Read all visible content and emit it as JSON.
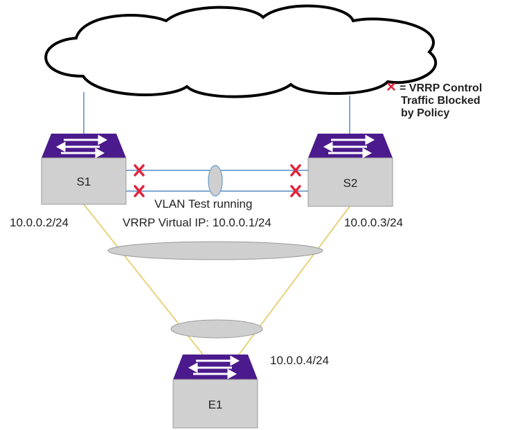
{
  "legend": {
    "line1": "= VRRP Control",
    "line2": "Traffic Blocked",
    "line3": "by Policy",
    "marker_color": "#e2223b"
  },
  "switches": {
    "s1": {
      "name": "S1",
      "ip": "10.0.0.2/24"
    },
    "s2": {
      "name": "S2",
      "ip": "10.0.0.3/24"
    },
    "e1": {
      "name": "E1",
      "ip": "10.0.0.4/24"
    }
  },
  "vlan_label": "VLAN Test running",
  "vrrp_label": "VRRP Virtual IP: 10.0.0.1/24",
  "colors": {
    "switch_top": "#4b1a8c",
    "switch_body": "#d0d0d0",
    "link_blue": "#7fa8d0",
    "link_yellow": "#e8d27a",
    "ellipse_fill": "#cfcfcf",
    "x_marker": "#e2223b"
  }
}
